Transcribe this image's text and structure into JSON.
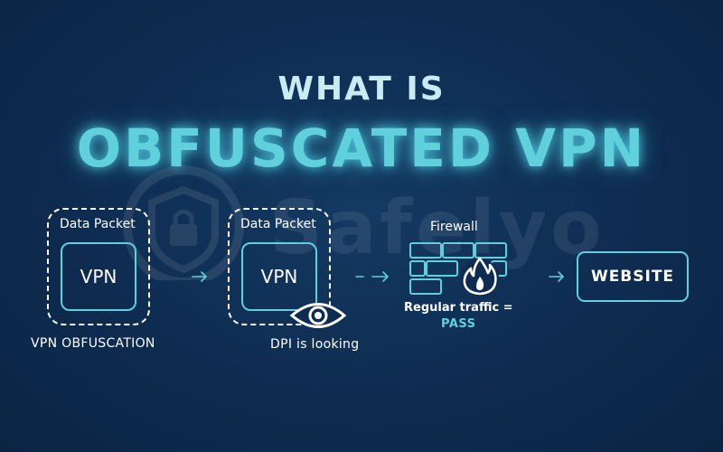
{
  "title": {
    "line1": "WHAT IS",
    "line2": "OBFUSCATED VPN"
  },
  "watermark": "Safelyo",
  "stage1": {
    "label": "Data Packet",
    "inner": "VPN",
    "caption": "VPN OBFUSCATION"
  },
  "stage2": {
    "label": "Data Packet",
    "inner": "VPN",
    "caption": "DPI is looking"
  },
  "stage3": {
    "label": "Firewall",
    "caption_line1": "Regular traffic =",
    "caption_line2": "PASS"
  },
  "stage4": {
    "label": "WEBSITE"
  },
  "colors": {
    "background": "#0e2c50",
    "accent": "#5fd0dc",
    "text": "#ffffff"
  },
  "icons": [
    "eye-icon",
    "firewall-brick-icon",
    "flame-icon",
    "shield-lock-icon",
    "arrow-right-icon"
  ]
}
